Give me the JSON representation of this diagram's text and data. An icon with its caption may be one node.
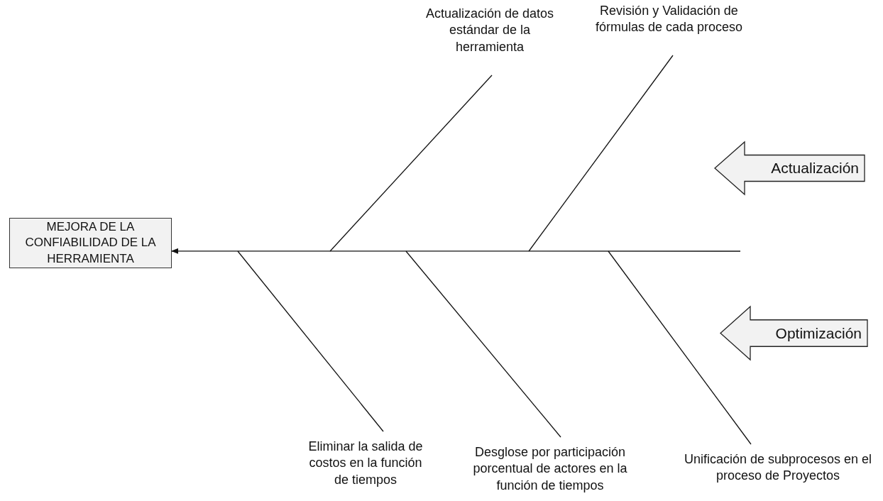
{
  "diagram": {
    "nodes": [
      {
        "text": [
          "MEJORA DE LA CONFIABILIDAD DE LA HERRAMIENTA"
        ]
      },
      {
        "text": [
          "Actualización de datos estándar de la herramienta"
        ]
      },
      {
        "text": [
          "Revisión y Validación de fórmulas de cada proceso"
        ]
      },
      {
        "text": [
          "Actualización"
        ]
      },
      {
        "text": [
          "Optimización"
        ]
      },
      {
        "text": [
          "Eliminar la salida de costos en la función de tiempos"
        ]
      },
      {
        "text": [
          "Desglose por participación porcentual de actores en la función de tiempos"
        ]
      },
      {
        "text": [
          "Unificación de subprocesos en el proceso de Proyectos"
        ]
      }
    ],
    "edges": [
      {
        "from": null,
        "to": 0,
        "arrow": "to"
      },
      {
        "from": 1,
        "to": null,
        "arrow": "none"
      },
      {
        "from": 2,
        "to": null,
        "arrow": "none"
      },
      {
        "from": 5,
        "to": null,
        "arrow": "none"
      },
      {
        "from": 6,
        "to": null,
        "arrow": "none"
      },
      {
        "from": 7,
        "to": null,
        "arrow": "none"
      }
    ]
  }
}
